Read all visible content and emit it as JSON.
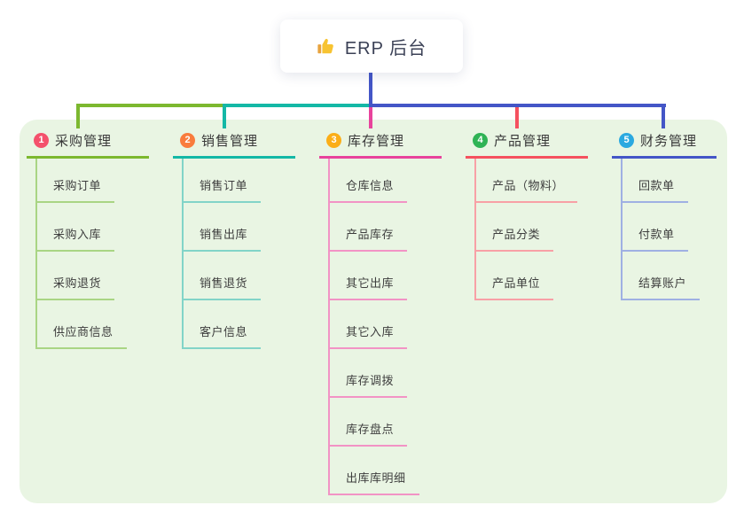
{
  "root": {
    "title": "ERP 后台",
    "icon": "thumbs-up-icon"
  },
  "branches": [
    {
      "index": "1",
      "label": "采购管理",
      "badge_color": "#f4516c",
      "line_color": "#7cb82f",
      "child_line_color": "#a9d584",
      "children": [
        "采购订单",
        "采购入库",
        "采购退货",
        "供应商信息"
      ]
    },
    {
      "index": "2",
      "label": "销售管理",
      "badge_color": "#f97c3d",
      "line_color": "#14b8a6",
      "child_line_color": "#82d4c8",
      "children": [
        "销售订单",
        "销售出库",
        "销售退货",
        "客户信息"
      ]
    },
    {
      "index": "3",
      "label": "库存管理",
      "badge_color": "#fbae17",
      "line_color": "#e8439c",
      "child_line_color": "#f293c5",
      "children": [
        "仓库信息",
        "产品库存",
        "其它出库",
        "其它入库",
        "库存调拨",
        "库存盘点",
        "出库库明细"
      ]
    },
    {
      "index": "4",
      "label": "产品管理",
      "badge_color": "#2fb355",
      "line_color": "#f5515f",
      "child_line_color": "#f8a0a6",
      "children": [
        "产品（物料）",
        "产品分类",
        "产品单位"
      ]
    },
    {
      "index": "5",
      "label": "财务管理",
      "badge_color": "#2aa9e0",
      "line_color": "#4456c7",
      "child_line_color": "#9fb0e3",
      "children": [
        "回款单",
        "付款单",
        "结算账户"
      ]
    }
  ],
  "colors": {
    "panel_bg": "#e9f5e3",
    "root_stem": "#4456c7"
  }
}
